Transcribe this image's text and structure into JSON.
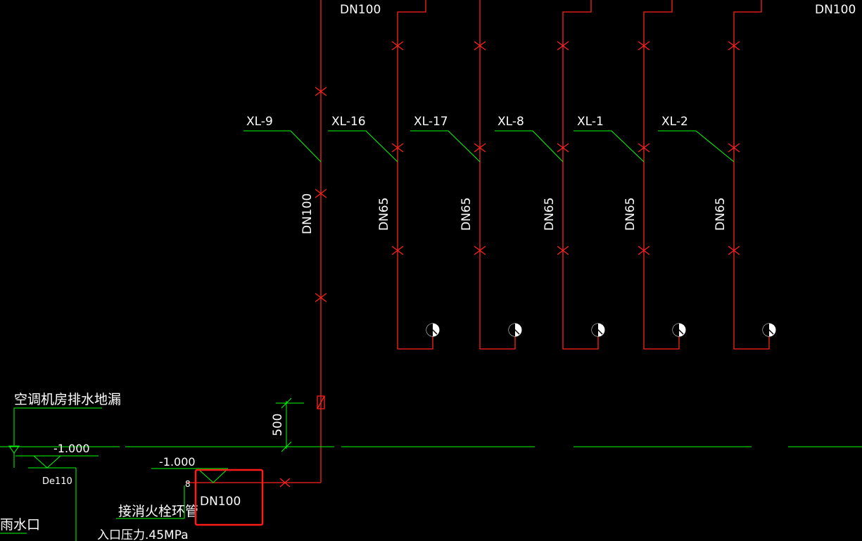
{
  "colors": {
    "background": "#000000",
    "pipe": "#ff2020",
    "leader": "#00ff00",
    "text": "#ffffff",
    "highlight_box": "#ff1a1a"
  },
  "labels": {
    "dn100_top_main": "DN100",
    "dn100_top_right": "DN100",
    "dn100_vertical": "DN100",
    "dn100_highlight": "DN100",
    "dimension_500": "500",
    "elev_left": "-1.000",
    "elev_mid": "-1.000",
    "de110": "De110",
    "ac_room_drain": "空调机房排水地漏",
    "to_fire_ring": "接消火栓环管",
    "inlet_pressure": "入口压力.45MPa",
    "rain_outlet": "雨水口",
    "small_mark": "8"
  },
  "risers": [
    {
      "tag": "XL-9",
      "size": ""
    },
    {
      "tag": "XL-16",
      "size": "DN65"
    },
    {
      "tag": "XL-17",
      "size": "DN65"
    },
    {
      "tag": "XL-8",
      "size": "DN65"
    },
    {
      "tag": "XL-1",
      "size": "DN65"
    },
    {
      "tag": "XL-2",
      "size": "DN65"
    }
  ],
  "hydrants": [
    {
      "icon": "fire-hydrant-icon"
    },
    {
      "icon": "fire-hydrant-icon"
    },
    {
      "icon": "fire-hydrant-icon"
    },
    {
      "icon": "fire-hydrant-icon"
    },
    {
      "icon": "fire-hydrant-icon"
    }
  ]
}
